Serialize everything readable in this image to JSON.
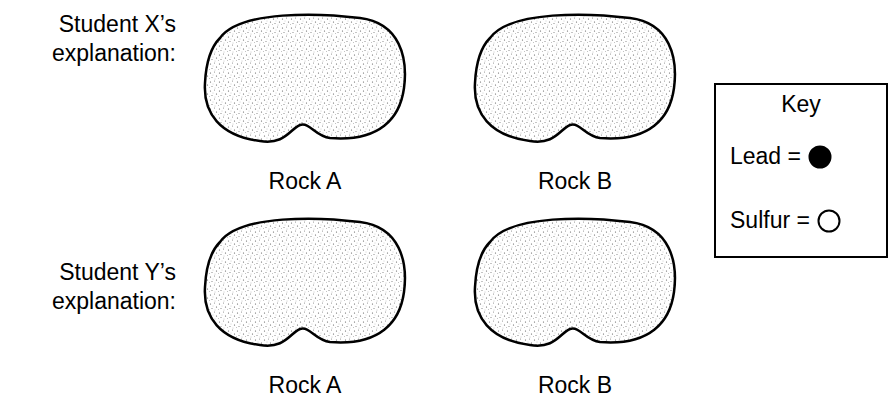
{
  "diagram": {
    "nodes": [
      {
        "text": [
          "Rock A"
        ]
      },
      {
        "text": [
          "Rock B"
        ]
      },
      {
        "text": [
          "Key"
        ]
      },
      {
        "text": [
          "Rock A"
        ]
      },
      {
        "text": [
          "Rock B"
        ]
      }
    ],
    "labels": [
      "Student X’s explanation:",
      "Student Y’s explanation:"
    ],
    "legend": [
      {
        "text": "Lead ="
      },
      {
        "text": "Sulfur ="
      }
    ]
  }
}
